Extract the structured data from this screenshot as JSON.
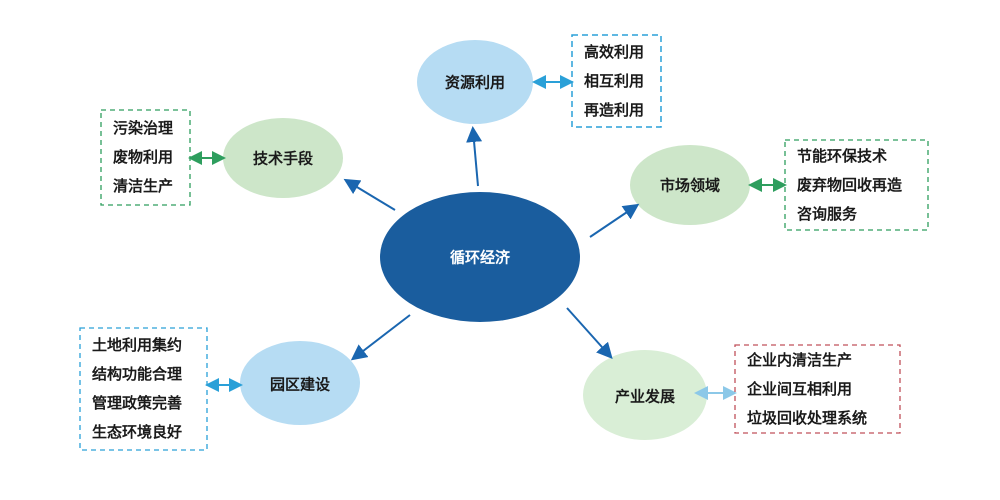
{
  "center": {
    "label": "循环经济"
  },
  "nodes": {
    "resource": {
      "label": "资源利用",
      "items": [
        "高效利用",
        "相互利用",
        "再造利用"
      ]
    },
    "tech": {
      "label": "技术手段",
      "items": [
        "污染治理",
        "废物利用",
        "清洁生产"
      ]
    },
    "market": {
      "label": "市场领域",
      "items": [
        "节能环保技术",
        "废弃物回收再造",
        "咨询服务"
      ]
    },
    "park": {
      "label": "园区建设",
      "items": [
        "土地利用集约",
        "结构功能合理",
        "管理政策完善",
        "生态环境良好"
      ]
    },
    "industry": {
      "label": "产业发展",
      "items": [
        "企业内清洁生产",
        "企业间互相利用",
        "垃圾回收处理系统"
      ]
    }
  },
  "colors": {
    "center": "#1a5d9e",
    "light_blue": "#b6dcf3",
    "light_green": "#cde6c9",
    "pale_green": "#d9eed6",
    "arrow": "#1a66b0",
    "blue_dash": "#2aa0d8",
    "green_dash": "#2e9e5e",
    "red_dash": "#c0505a"
  }
}
